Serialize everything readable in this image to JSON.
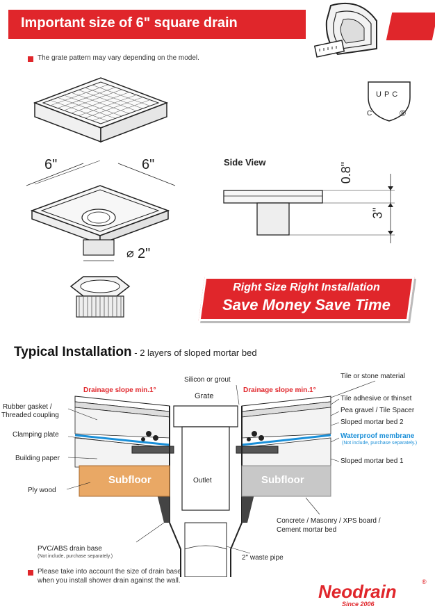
{
  "header": {
    "title": "Important size of 6\" square drain"
  },
  "notes": {
    "grate_pattern": "The grate pattern may vary depending on the model.",
    "drain_base_line1": "Please take into account the size of drain base",
    "drain_base_line2": "when you install shower drain against the wall."
  },
  "certification": {
    "letters": "UPC",
    "c": "C",
    "r": "®"
  },
  "dimensions": {
    "width_left": "6\"",
    "width_right": "6\"",
    "outlet": "2\"",
    "grate_height": "0.8\"",
    "body_height": "3\""
  },
  "side_view": {
    "label": "Side View"
  },
  "banner": {
    "line1": "Right Size Right Installation",
    "line2": "Save Money Save Time"
  },
  "installation": {
    "title": "Typical Installation",
    "subtitle": " - 2 layers of sloped mortar bed"
  },
  "labels": {
    "silicon_grout": "Silicon or grout",
    "grate": "Grate",
    "drainage_slope_left": "Drainage slope min.1°",
    "drainage_slope_right": "Drainage slope min.1°",
    "tile": "Tile or stone material",
    "tile_adhesive": "Tile adhesive or thinset",
    "pea_gravel": "Pea gravel / Tile Spacer",
    "sloped_bed_2": "Sloped mortar bed 2",
    "waterproof": "Waterproof membrane",
    "waterproof_note": "(Not include, purchase separately.)",
    "sloped_bed_1": "Sloped mortar bed 1",
    "rubber_gasket_1": "Rubber gasket /",
    "rubber_gasket_2": "Threaded coupling",
    "clamping_plate": "Clamping plate",
    "building_paper": "Building paper",
    "ply_wood": "Ply wood",
    "subfloor_left": "Subfloor",
    "outlet": "Outlet",
    "subfloor_right": "Subfloor",
    "concrete_1": "Concrete / Masonry  / XPS board /",
    "concrete_2": "Cement mortar bed",
    "pvc_base": "PVC/ABS drain base",
    "pvc_note": "(Not include, purchase separately.)",
    "waste_pipe": "2\" waste pipe"
  },
  "brand": {
    "name": "Neodrain",
    "reg": "®",
    "tagline": "Since 2006"
  },
  "colors": {
    "accent_red": "#e0262b",
    "membrane_blue": "#1a8fd8",
    "wood": "#e9a865",
    "concrete": "#c8c8c8"
  }
}
